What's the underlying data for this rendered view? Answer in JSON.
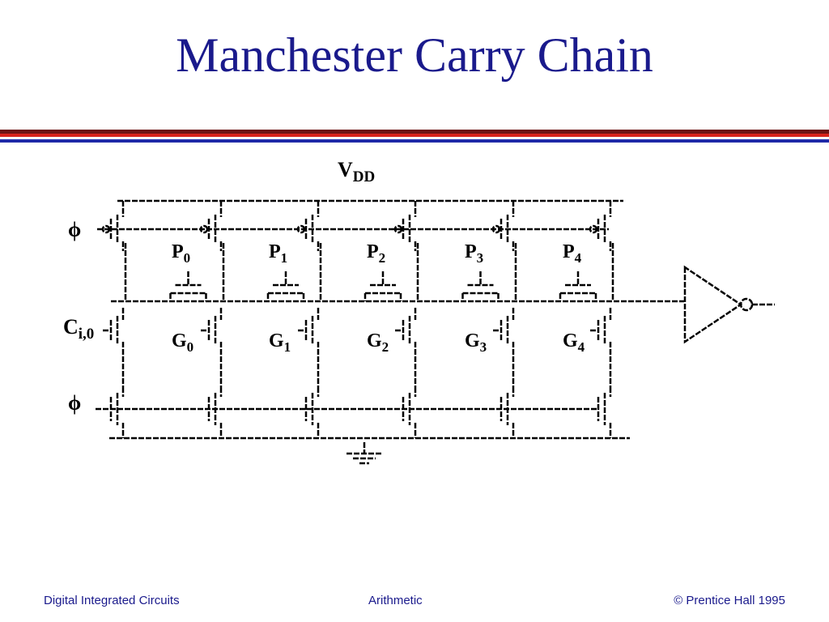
{
  "slide": {
    "title": "Manchester Carry Chain",
    "rule_colors": [
      "#6e1414",
      "#d8231c",
      "#ffffff",
      "#1f2aa8"
    ]
  },
  "diagram": {
    "vdd": {
      "main": "V",
      "sub": "DD"
    },
    "phi": "ϕ",
    "carry_in": {
      "main": "C",
      "sub": "i,0"
    },
    "stages": [
      {
        "p_main": "P",
        "p_sub": "0",
        "g_main": "G",
        "g_sub": "0"
      },
      {
        "p_main": "P",
        "p_sub": "1",
        "g_main": "G",
        "g_sub": "1"
      },
      {
        "p_main": "P",
        "p_sub": "2",
        "g_main": "G",
        "g_sub": "2"
      },
      {
        "p_main": "P",
        "p_sub": "3",
        "g_main": "G",
        "g_sub": "3"
      },
      {
        "p_main": "P",
        "p_sub": "4",
        "g_main": "G",
        "g_sub": "4"
      }
    ]
  },
  "footer": {
    "left": "Digital Integrated Circuits",
    "center": "Arithmetic",
    "right": "© Prentice Hall 1995"
  }
}
